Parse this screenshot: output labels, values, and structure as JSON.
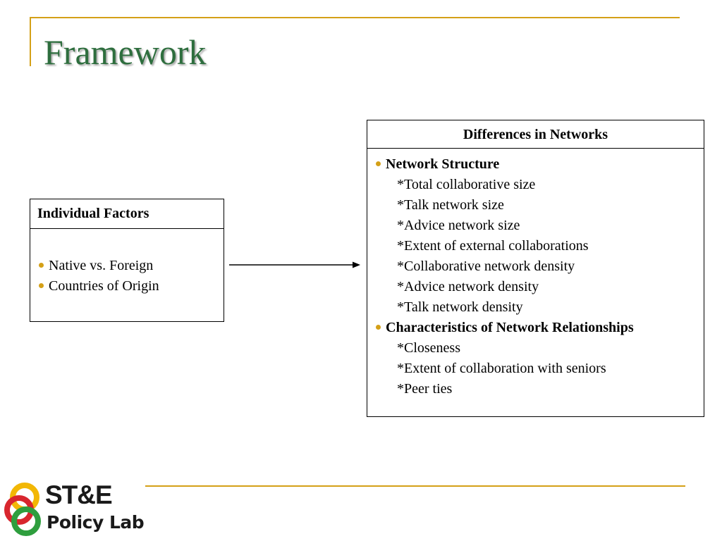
{
  "slide": {
    "title": "Framework"
  },
  "left_box": {
    "header": "Individual Factors",
    "bullets": [
      "Native vs. Foreign",
      "Countries of Origin"
    ]
  },
  "right_box": {
    "header": "Differences  in Networks",
    "groups": [
      {
        "heading": "Network Structure",
        "items": [
          "*Total collaborative size",
          "*Talk network size",
          "*Advice network size",
          "*Extent of external collaborations",
          "*Collaborative network density",
          "*Advice network density",
          "*Talk network density"
        ]
      },
      {
        "heading": "Characteristics of Network Relationships",
        "items": [
          "*Closeness",
          "*Extent of collaboration with seniors",
          "*Peer ties"
        ]
      }
    ]
  },
  "logo": {
    "line1": "ST&E",
    "line2": "Policy Lab"
  },
  "colors": {
    "title": "#2e6e3e",
    "accent_gold": "#d4a017",
    "logo_yellow": "#f2b705",
    "logo_red": "#d8262e",
    "logo_green": "#2e9e3e"
  }
}
